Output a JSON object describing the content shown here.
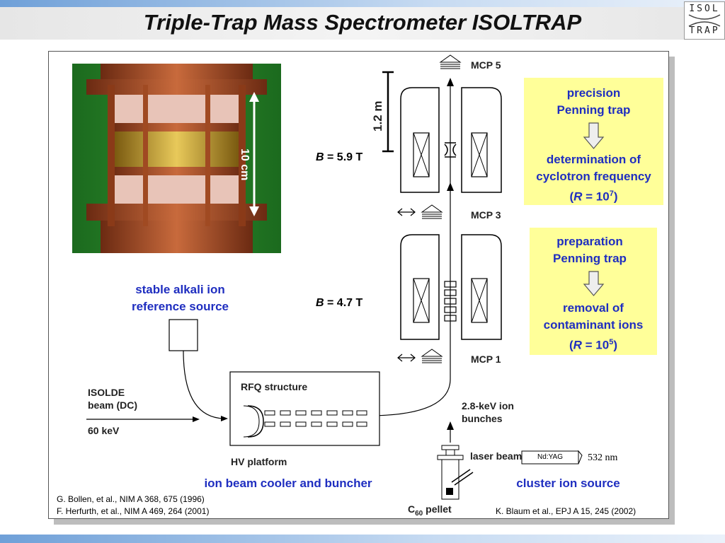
{
  "title": "Triple-Trap Mass Spectrometer ISOLTRAP",
  "logo": {
    "top": "ISOL",
    "bottom": "TRAP"
  },
  "photo": {
    "scale_label": "10 cm"
  },
  "apparatus": {
    "height_label": "1.2 m",
    "b_upper": {
      "symbol": "B",
      "value": " = 5.9 T"
    },
    "b_lower": {
      "symbol": "B",
      "value": " = 4.7 T"
    },
    "mcp5": "MCP 5",
    "mcp3": "MCP 3",
    "mcp1": "MCP 1",
    "ion_bunches": [
      "2.8-keV ion",
      "bunches"
    ]
  },
  "precision_box": {
    "title": [
      "precision",
      "Penning trap"
    ],
    "result": [
      "determination of",
      "cyclotron frequency"
    ],
    "resolution": {
      "prefix": "(",
      "symbol": "R",
      "mid": " = 10",
      "exp": "7",
      "suffix": ")"
    }
  },
  "preparation_box": {
    "title": [
      "preparation",
      "Penning trap"
    ],
    "result": [
      "removal of",
      "contaminant ions"
    ],
    "resolution": {
      "prefix": "(",
      "symbol": "R",
      "mid": " = 10",
      "exp": "5",
      "suffix": ")"
    }
  },
  "reference_source": [
    "stable alkali ion",
    "reference source"
  ],
  "beam": {
    "name": [
      "ISOLDE",
      "beam (DC)"
    ],
    "energy": "60 keV"
  },
  "rfq": {
    "structure": "RFQ structure",
    "platform": "HV platform",
    "caption": "ion beam cooler and buncher"
  },
  "cluster": {
    "laser": "laser beam",
    "laser_type": "Nd:YAG",
    "wavelength": "532 nm",
    "pellet_base": "C",
    "pellet_sub": "60",
    "pellet_suffix": " pellet",
    "caption": "cluster ion source"
  },
  "references": {
    "left": [
      "G. Bollen, et al., NIM A 368, 675 (1996)",
      "F. Herfurth, et al., NIM A 469, 264 (2001)"
    ],
    "right": "K. Blaum et al., EPJ A 15, 245 (2002)"
  },
  "colors": {
    "accent_blue": "#1f2ec0",
    "highlight_yellow": "#ffff99",
    "scale_white": "#ffffff"
  }
}
